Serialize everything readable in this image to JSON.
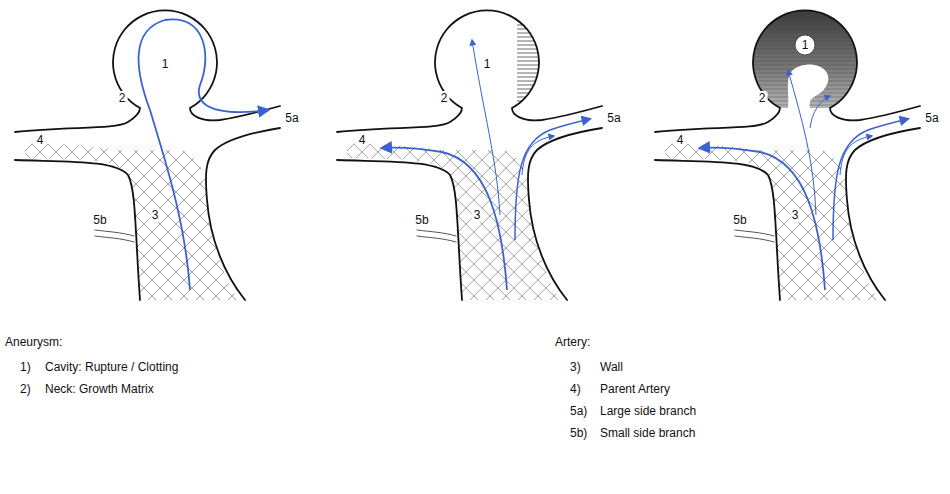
{
  "diagram": {
    "labels": [
      "1",
      "2",
      "4",
      "3",
      "5a",
      "5b",
      "1",
      "2",
      "4",
      "3",
      "5a",
      "5b",
      "1",
      "2",
      "4",
      "3",
      "5a",
      "5b",
      "Aneurysm:",
      "1)",
      "Cavity: Rupture / Clotting",
      "2)",
      "Neck: Growth Matrix",
      "Artery:",
      "3)",
      "Wall",
      "4)",
      "Parent Artery",
      "5a)",
      "Large side branch",
      "5b)",
      "Small side branch"
    ]
  }
}
